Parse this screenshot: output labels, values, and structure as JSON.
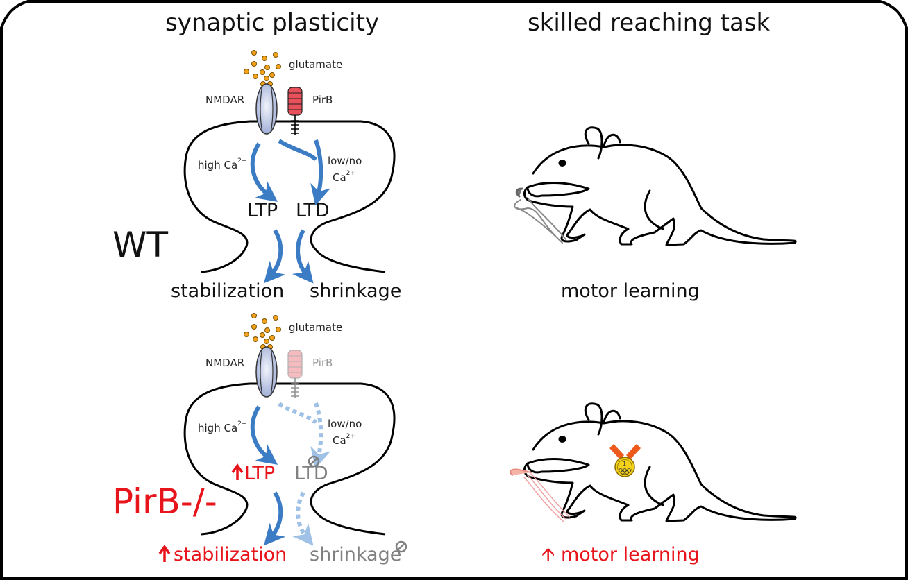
{
  "figure": {
    "panels": {
      "left_title": "synaptic plasticity",
      "right_title": "skilled reaching task"
    },
    "wt": {
      "genotype": "WT",
      "glutamate": "glutamate",
      "nmdar": "NMDAR",
      "pirb": "PirB",
      "high_ca": "high Ca",
      "ca_sup": "2+",
      "low_ca_line1": "low/no",
      "low_ca_line2": "Ca",
      "ltp": "LTP",
      "ltd": "LTD",
      "stabilization": "stabilization",
      "shrinkage": "shrinkage",
      "behavior": "motor learning"
    },
    "ko": {
      "genotype": "PirB-/-",
      "glutamate": "glutamate",
      "nmdar": "NMDAR",
      "pirb": "PirB",
      "high_ca": "high Ca",
      "ca_sup": "2+",
      "low_ca_line1": "low/no",
      "low_ca_line2": "Ca",
      "ltp": "LTP",
      "ltd": "LTD",
      "stabilization": "stabilization",
      "shrinkage": "shrinkage",
      "behavior": "motor learning",
      "medal_text": "1st"
    },
    "colors": {
      "arrow_blue": "#3b7cc4",
      "arrow_faded": "#9fc1e6",
      "pirb_red": "#e8505a",
      "pirb_faded": "#f4b4b8",
      "knockout_red": "#e8141c",
      "glutamate_orange": "#f2a21b",
      "nmdar_blue": "#a9b7dc",
      "medal_gold": "#f2d21a",
      "ribbon_orange": "#ee5a1c"
    }
  }
}
